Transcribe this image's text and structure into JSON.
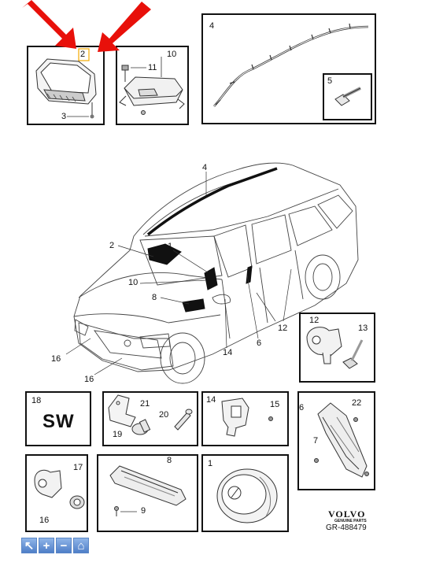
{
  "callouts": {
    "c2_top": "2",
    "c3": "3",
    "c11": "11",
    "c10_top": "10",
    "c4_top": "4",
    "c5": "5",
    "c4_car": "4",
    "c2_car": "2",
    "c1_car": "1",
    "c10_car": "10",
    "c8_car": "8",
    "c16_a": "16",
    "c16_b": "16",
    "c14_car": "14",
    "c6_car": "6",
    "c12_car": "12",
    "c12_box": "12",
    "c13": "13",
    "c18": "18",
    "c21": "21",
    "c20": "20",
    "c19": "19",
    "c14_box": "14",
    "c15": "15",
    "c6_box": "6",
    "c22": "22",
    "c7": "7",
    "c17": "17",
    "c16_box": "16",
    "c8_box": "8",
    "c9": "9",
    "c1_box": "1"
  },
  "sw_label": "SW",
  "brand": {
    "name": "VOLVO",
    "tagline": "GENUINE PARTS",
    "ref": "GR-488479"
  },
  "toolbar": {
    "pointer": "↖",
    "zoom_in": "+",
    "zoom_out": "−",
    "home": "⌂"
  },
  "colors": {
    "arrow": "#e8100a",
    "highlight": "#f2a900",
    "toolbar": "#5a86c6"
  }
}
